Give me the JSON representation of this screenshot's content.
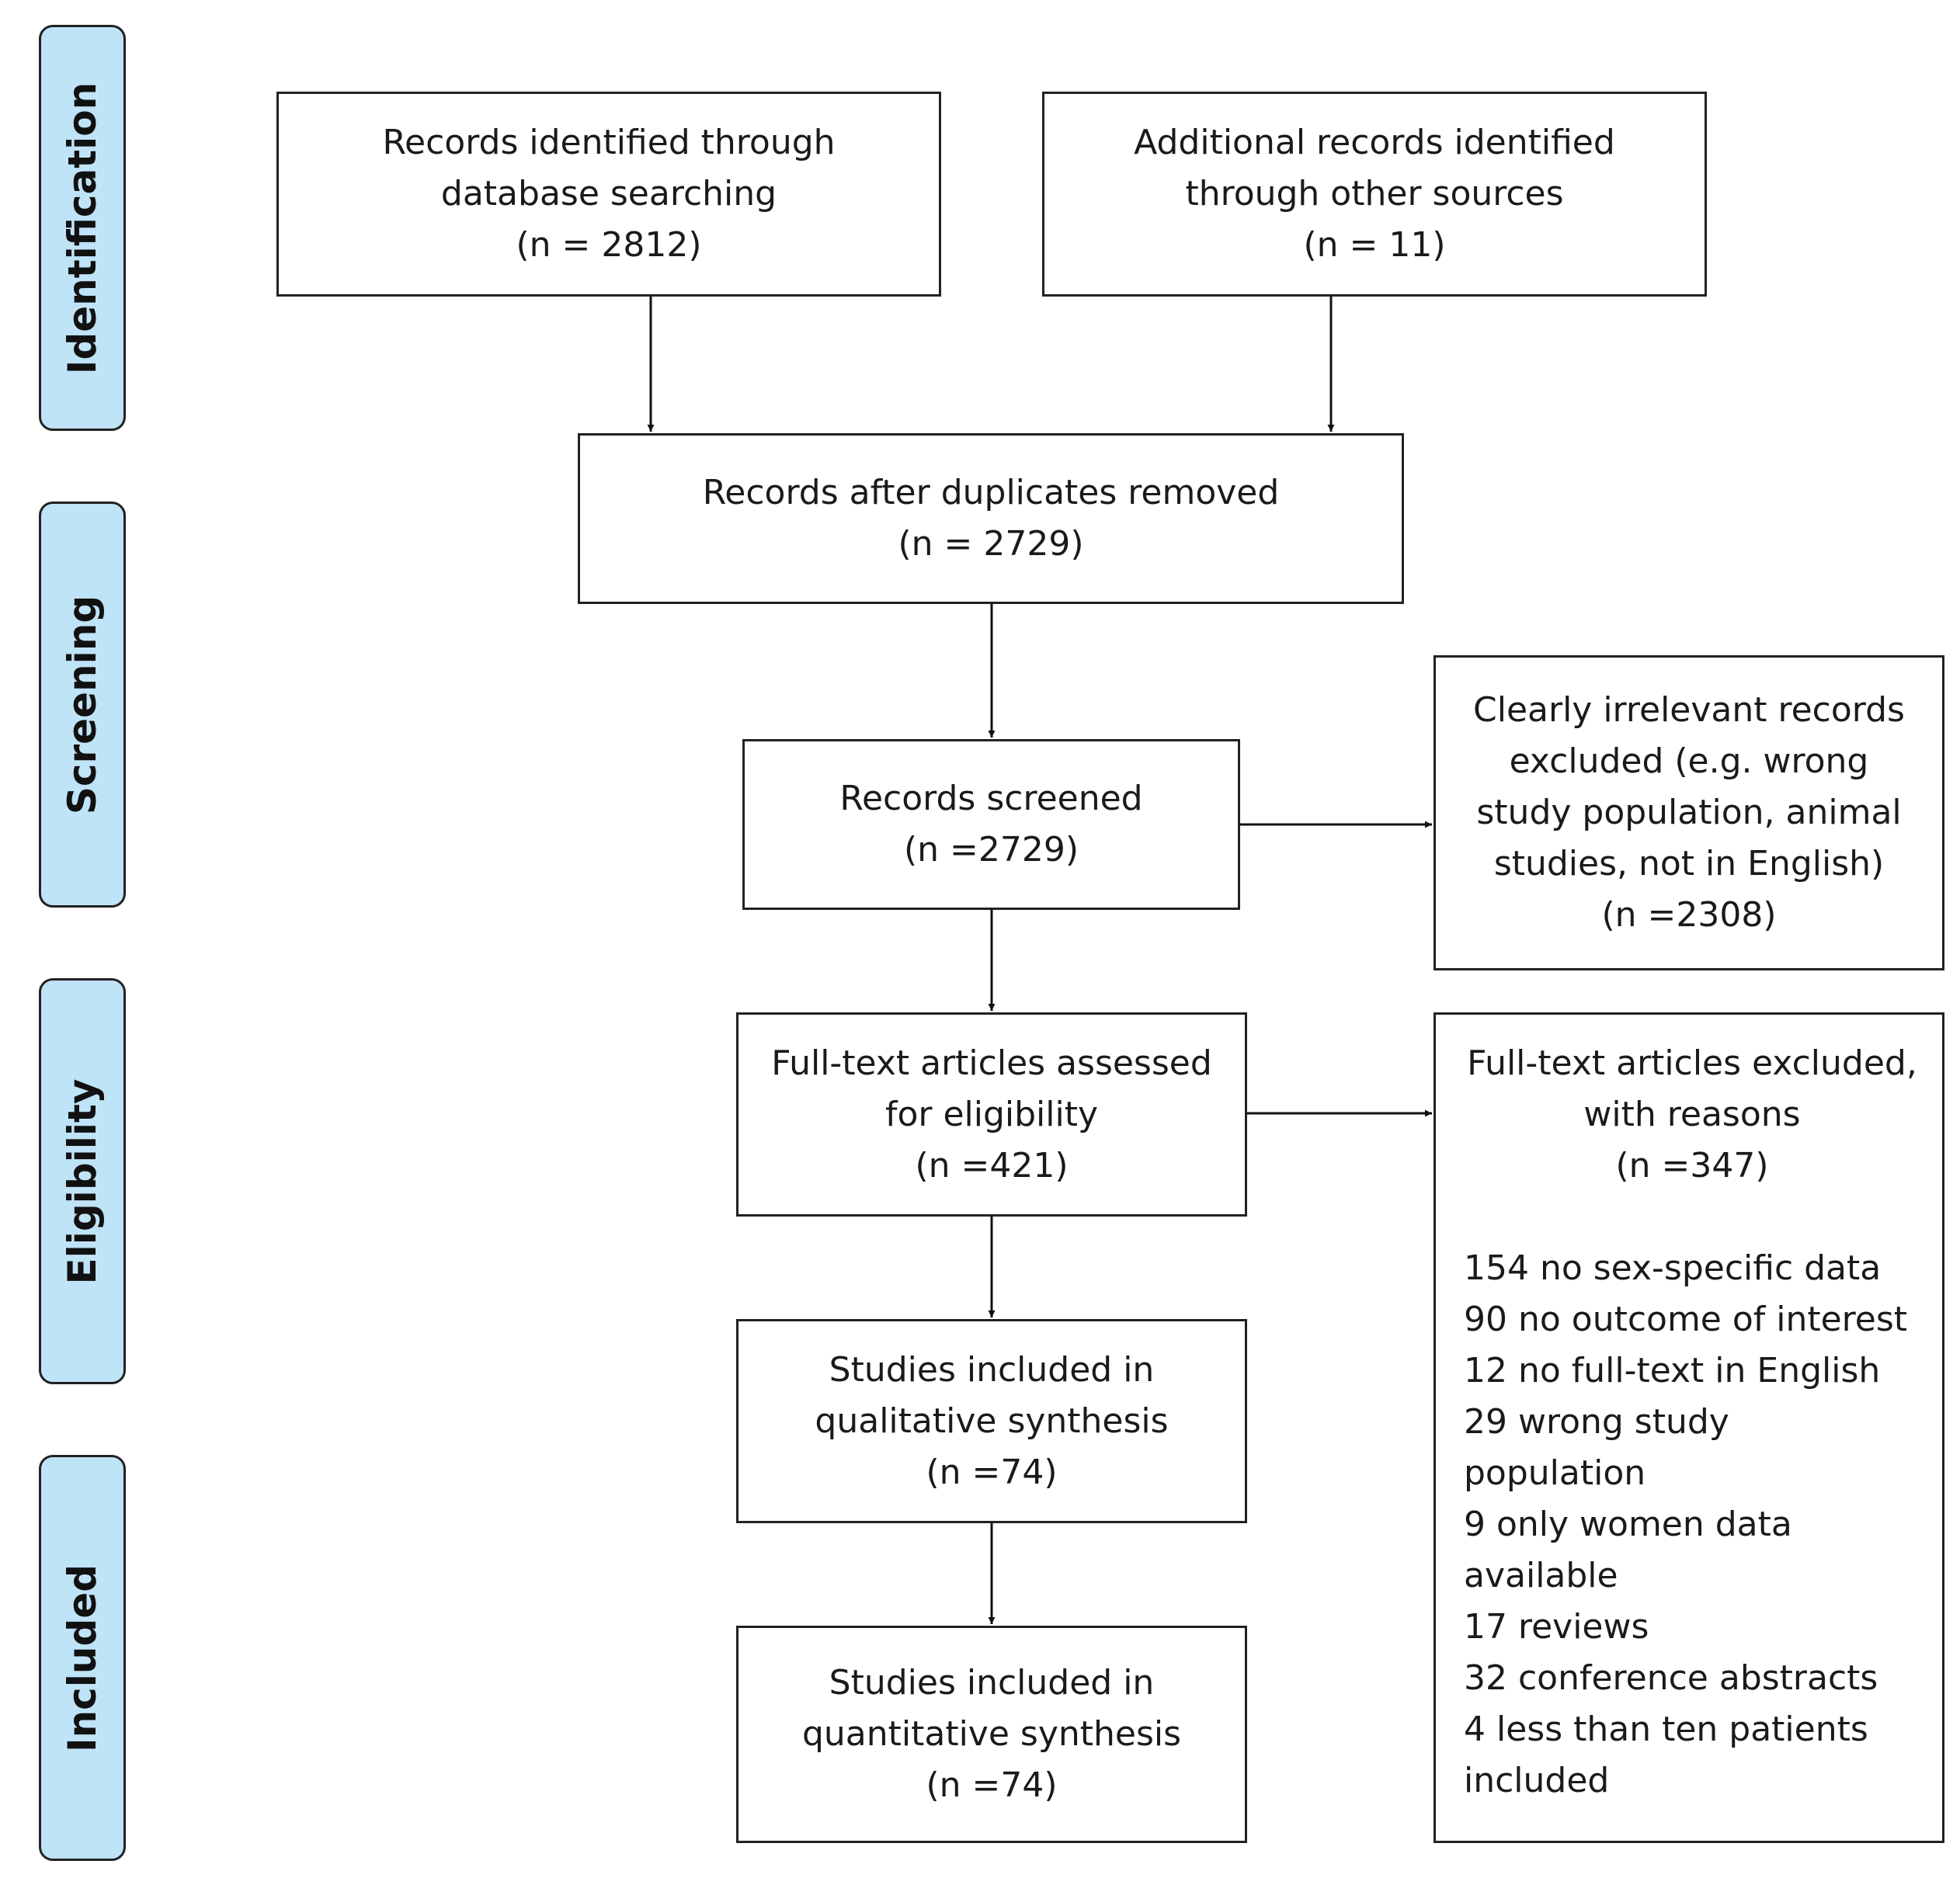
{
  "phases": {
    "identification": "Identification",
    "screening": "Screening",
    "eligibility": "Eligibility",
    "included": "Included"
  },
  "boxes": {
    "database_search": {
      "lines": [
        "Records identified through",
        "database searching",
        "(n = 2812)"
      ]
    },
    "other_sources": {
      "lines": [
        "Additional records identified",
        "through other sources",
        "(n = 11)"
      ]
    },
    "duplicates_removed": {
      "lines": [
        "Records after duplicates removed",
        "(n = 2729)"
      ]
    },
    "screened": {
      "lines": [
        "Records screened",
        "(n =2729)"
      ]
    },
    "screen_excluded": {
      "lines": [
        "Clearly irrelevant records",
        "excluded (e.g. wrong",
        "study population, animal",
        "studies, not in English)",
        "(n =2308)"
      ]
    },
    "fulltext_assessed": {
      "lines": [
        "Full-text articles assessed",
        "for eligibility",
        "(n =421)"
      ]
    },
    "fulltext_excluded": {
      "header": [
        "Full-text articles excluded,",
        "with reasons",
        "(n =347)"
      ],
      "reasons": [
        "154 no sex-specific data",
        "90 no outcome of interest",
        "12 no full-text in English",
        "29 wrong study population",
        "9 only women data available",
        "17 reviews",
        "32 conference abstracts",
        "4 less than ten patients included"
      ]
    },
    "qualitative": {
      "lines": [
        "Studies included in",
        "qualitative synthesis",
        "(n =74)"
      ]
    },
    "quantitative": {
      "lines": [
        "Studies included in",
        "quantitative synthesis",
        "(n =74)"
      ]
    }
  }
}
